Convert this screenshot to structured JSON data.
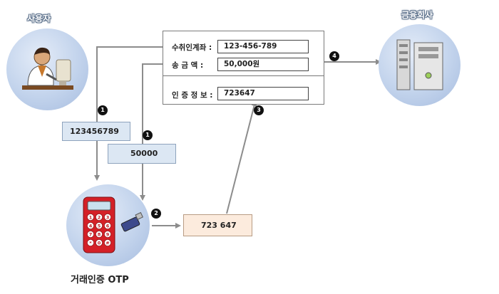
{
  "actors": {
    "user_label": "사용자",
    "bank_label": "금융회사",
    "otp_label": "거래인증 OTP"
  },
  "form": {
    "account_label": "수취인계좌 :",
    "account_value": "123-456-789",
    "amount_label": "송  금  액  :",
    "amount_value": "50,000원",
    "auth_label": "인 증 정 보 :",
    "auth_value": "723647"
  },
  "notes": {
    "account_note": "123456789",
    "amount_note": "50000",
    "otp_note": "723 647"
  },
  "steps": {
    "step1a": "1",
    "step1b": "1",
    "step2": "2",
    "step3": "3",
    "step4": "4"
  },
  "keypad": {
    "keys": [
      "1",
      "2",
      "3",
      "4",
      "5",
      "6",
      "7",
      "8",
      "9",
      "*",
      "0",
      "#"
    ]
  },
  "colors": {
    "arrow": "#8c8c8c",
    "actor_circle": "#c2d3ec",
    "note_blue": "#dce7f3",
    "note_peach": "#fcebdd",
    "otp_device": "#d42027"
  }
}
